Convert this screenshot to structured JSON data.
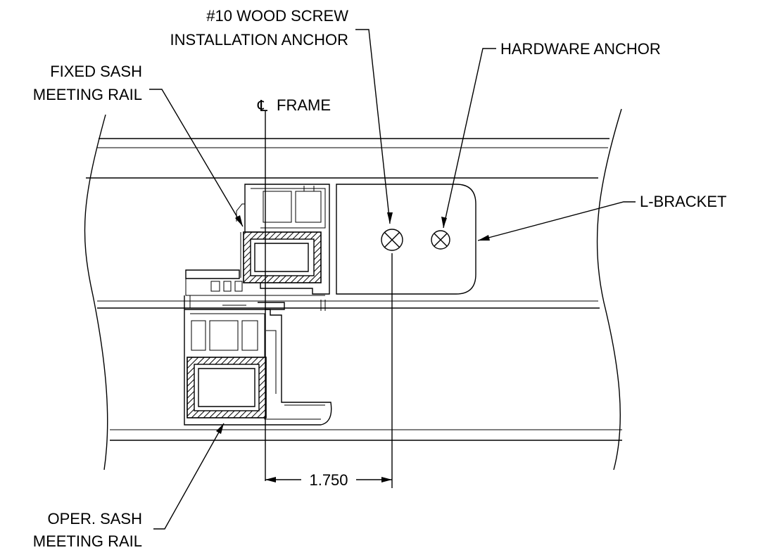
{
  "labels": {
    "screw_line1": "#10 WOOD SCREW",
    "screw_line2": "INSTALLATION ANCHOR",
    "hardware_anchor": "HARDWARE ANCHOR",
    "fixed_sash_line1": "FIXED SASH",
    "fixed_sash_line2": "MEETING RAIL",
    "centerline_symbol": "℄",
    "frame": "FRAME",
    "l_bracket": "L-BRACKET",
    "dimension": "1.750",
    "oper_sash_line1": "OPER. SASH",
    "oper_sash_line2": "MEETING RAIL"
  }
}
